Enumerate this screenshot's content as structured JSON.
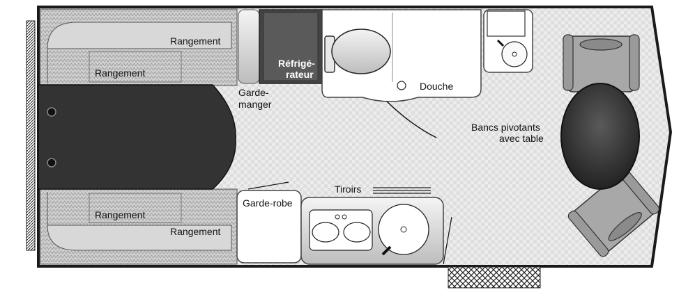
{
  "floorplan": {
    "labels": {
      "storage_top_upper": "Rangement",
      "storage_top_lower": "Rangement",
      "storage_bottom_upper": "Rangement",
      "storage_bottom_lower": "Rangement",
      "fridge_line1": "Réfrigé-",
      "fridge_line2": "rateur",
      "pantry_line1": "Garde-",
      "pantry_line2": "manger",
      "shower": "Douche",
      "seats_line1": "Bancs pivotants",
      "seats_line2": "avec table",
      "drawers": "Tiroirs",
      "wardrobe": "Garde-robe"
    },
    "colors": {
      "floor": "#e6e6e6",
      "wall": "#1a1a1a",
      "bed": "#333333",
      "cabinet": "#c8c8c8",
      "fixture": "#ffffff",
      "fridge": "#444444"
    }
  }
}
